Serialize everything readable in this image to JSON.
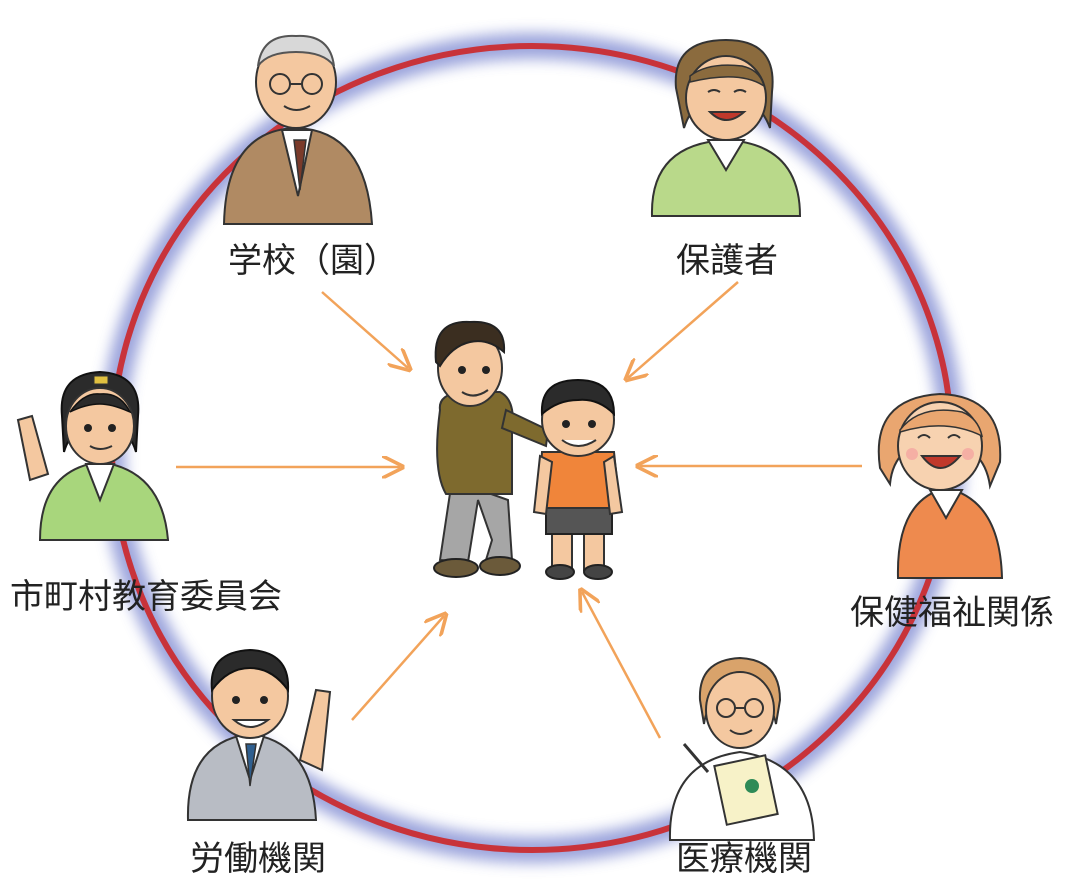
{
  "colors": {
    "ring_red": "#c8333a",
    "ring_glow": "#8a94d6",
    "arrow": "#f2a35a",
    "text": "#222222"
  },
  "center": {
    "figures": [
      "adult-supporter",
      "child"
    ]
  },
  "stakeholders": [
    {
      "id": "school",
      "label": "学校（園）",
      "icon": "elderly-man-glasses-suit"
    },
    {
      "id": "guardian",
      "label": "保護者",
      "icon": "woman-green-vest"
    },
    {
      "id": "health-welfare",
      "label": "保健福祉関係",
      "icon": "smiling-woman-orange"
    },
    {
      "id": "medical",
      "label": "医療機関",
      "icon": "woman-glasses-clipboard"
    },
    {
      "id": "labor",
      "label": "労働機関",
      "icon": "man-pointing-suit"
    },
    {
      "id": "board-of-education",
      "label": "市町村教育委員会",
      "icon": "woman-pointing-green-jacket"
    }
  ]
}
